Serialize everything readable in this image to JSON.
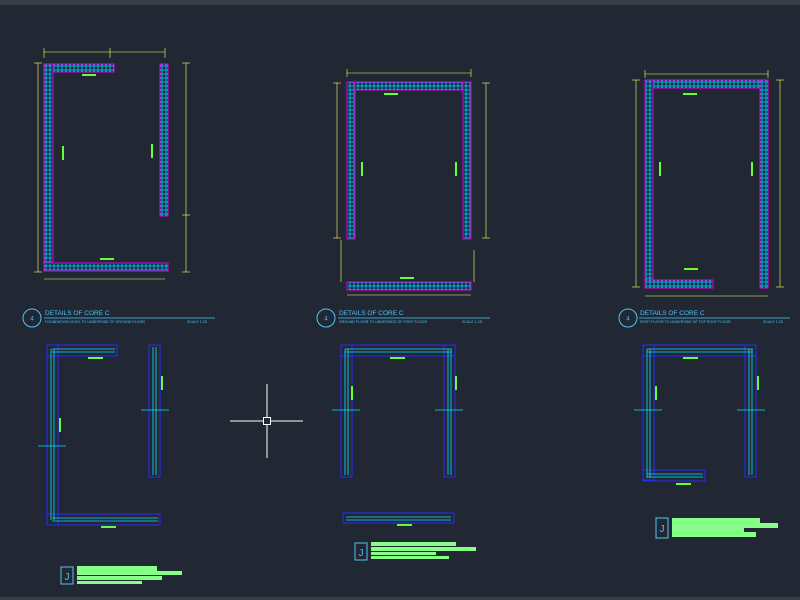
{
  "window": {
    "title": ""
  },
  "colors": {
    "background": "#222833",
    "wall_outline": "#e000e0",
    "wall_fill": "#1a3a5a",
    "rebar": "#00e5ff",
    "dimension": "#ffff66",
    "label_green": "#66ff33",
    "title_cyan": "#4fc3f7",
    "section_blue": "#2b2bff",
    "legend_green": "#86ff86",
    "crosshair": "#ffffff"
  },
  "drawings": [
    {
      "number": "4",
      "title": "DETAILS OF CORE C",
      "subtitle": "FOUNDATION LEVEL TO UNDERSIDE OF GROUND FLOOR",
      "scale": "SCALE 1:25"
    },
    {
      "number": "4",
      "title": "DETAILS OF CORE C",
      "subtitle": "GROUND FLOOR TO UNDERSIDE OF FIRST FLOOR",
      "scale": "SCALE 1:25"
    },
    {
      "number": "4",
      "title": "DETAILS OF CORE C",
      "subtitle": "FIRST FLOOR TO UNDERSIDE OF TOP ROOF FLOOR",
      "scale": "SCALE 1:25"
    }
  ],
  "legend_icons": [
    "J",
    "J",
    "J"
  ],
  "crosshair": {
    "name": "cursor-crosshair"
  }
}
